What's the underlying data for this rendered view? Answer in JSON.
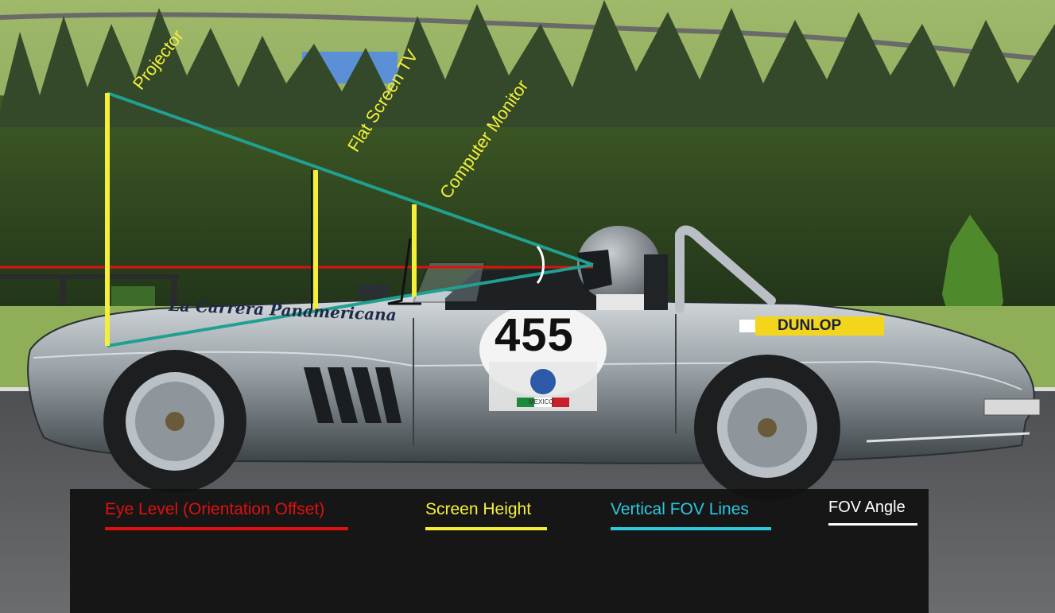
{
  "screen_labels": {
    "projector": "Projector",
    "flat_tv": "Flat Screen TV",
    "monitor": "Computer Monitor"
  },
  "legend": {
    "eye_level": "Eye Level (Orientation Offset)",
    "screen_height": "Screen Height",
    "fov_lines": "Vertical FOV Lines",
    "fov_angle": "FOV Angle"
  },
  "car_livery": {
    "script": "La Carrera Panamericana",
    "number": "455",
    "sponsor": "DUNLOP",
    "plate_text": "MEXICO"
  },
  "colors": {
    "eye_level": "#e01010",
    "screen_height": "#f4f03a",
    "fov_lines": "#20a090",
    "legend_fov_lines": "#2ec8e0",
    "fov_angle": "#ffffff"
  }
}
